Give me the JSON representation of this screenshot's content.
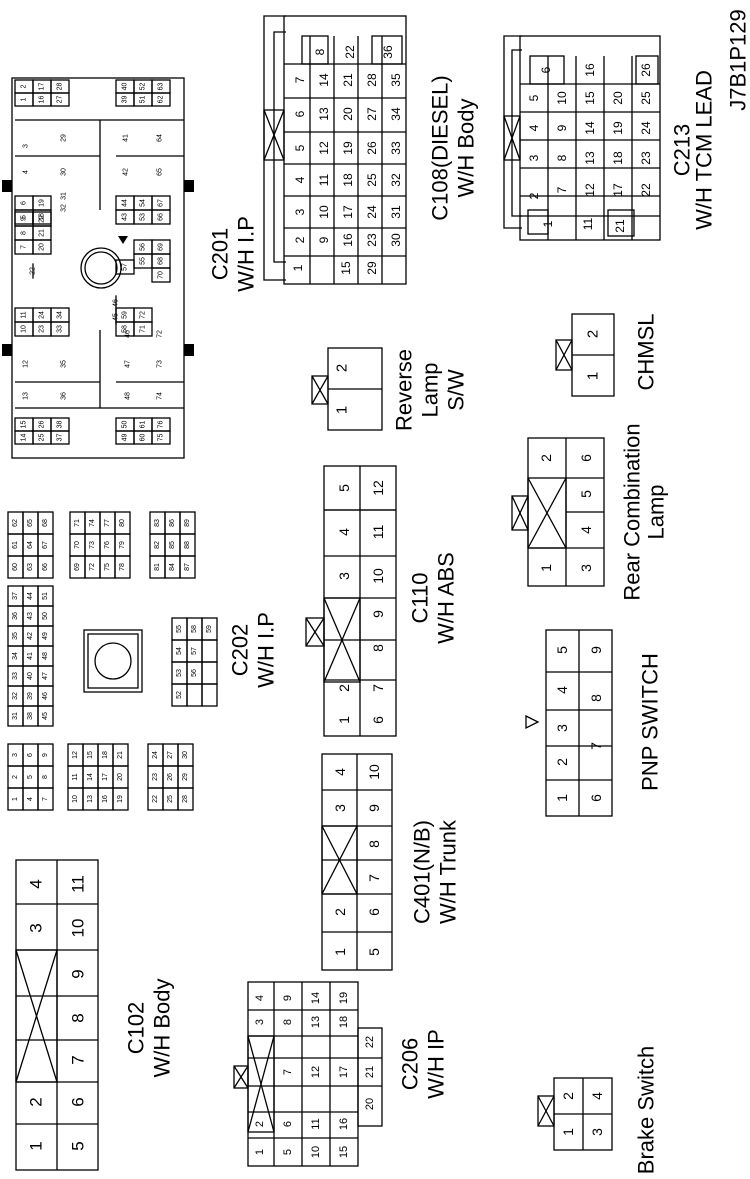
{
  "figure_code": "J7B1P129",
  "connectors": {
    "c201": {
      "name": "C201",
      "sub": "W/H I.P"
    },
    "c108": {
      "name": "C108(DIESEL)",
      "sub": "W/H Body"
    },
    "c213": {
      "name": "C213",
      "sub": "W/H TCM LEAD"
    },
    "reverse": {
      "name": "Reverse",
      "sub": "Lamp",
      "sub2": "S/W"
    },
    "chmsl": {
      "name": "CHMSL"
    },
    "c202": {
      "name": "C202",
      "sub": "W/H I.P"
    },
    "c110": {
      "name": "C110",
      "sub": "W/H ABS"
    },
    "rear": {
      "name": "Rear Combination",
      "sub": "Lamp"
    },
    "pnp": {
      "name": "PNP SWITCH"
    },
    "c401": {
      "name": "C401(N/B)",
      "sub": "W/H Trunk"
    },
    "c102": {
      "name": "C102",
      "sub": "W/H Body"
    },
    "c206": {
      "name": "C206",
      "sub": "W/H IP"
    },
    "brake": {
      "name": "Brake Switch"
    }
  }
}
